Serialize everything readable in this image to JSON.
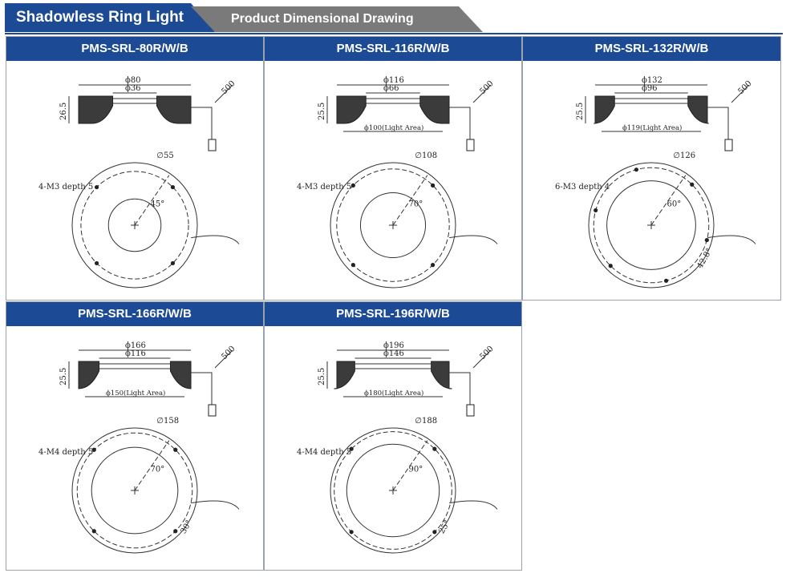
{
  "header": {
    "series_title": "Shadowless Ring Light",
    "section_title": "Product Dimensional Drawing"
  },
  "colors": {
    "brand_blue": "#1c4a94",
    "tab_gray": "#7a7a7a",
    "body_fill": "#3b3b3b"
  },
  "models": [
    {
      "title": "PMS-SRL-80R/W/B",
      "outer_dia": "ϕ80",
      "inner_dia": "ϕ36",
      "height": "26.5",
      "cable": "500",
      "light_area": "",
      "bolt_circle": "∅55",
      "holes": "4-M3 depth 5",
      "angle": "45°",
      "angle2": ""
    },
    {
      "title": "PMS-SRL-116R/W/B",
      "outer_dia": "ϕ116",
      "inner_dia": "ϕ66",
      "height": "25.5",
      "cable": "500",
      "light_area": "ϕ100(Light Area)",
      "bolt_circle": "∅108",
      "holes": "4-M3 depth 5",
      "angle": "70°",
      "angle2": ""
    },
    {
      "title": "PMS-SRL-132R/W/B",
      "outer_dia": "ϕ132",
      "inner_dia": "ϕ96",
      "height": "25.5",
      "cable": "500",
      "light_area": "ϕ119(Light Area)",
      "bolt_circle": "∅126",
      "holes": "6-M3 depth 4",
      "angle": "60°",
      "angle2": "42.8°"
    },
    {
      "title": "PMS-SRL-166R/W/B",
      "outer_dia": "ϕ166",
      "inner_dia": "ϕ116",
      "height": "25.5",
      "cable": "500",
      "light_area": "ϕ150(Light Area)",
      "bolt_circle": "∅158",
      "holes": "4-M4 depth 5",
      "angle": "70°",
      "angle2": "30°"
    },
    {
      "title": "PMS-SRL-196R/W/B",
      "outer_dia": "ϕ196",
      "inner_dia": "ϕ146",
      "height": "25.5",
      "cable": "500",
      "light_area": "ϕ180(Light Area)",
      "bolt_circle": "∅188",
      "holes": "4-M4 depth 5",
      "angle": "90°",
      "angle2": "25°"
    }
  ]
}
